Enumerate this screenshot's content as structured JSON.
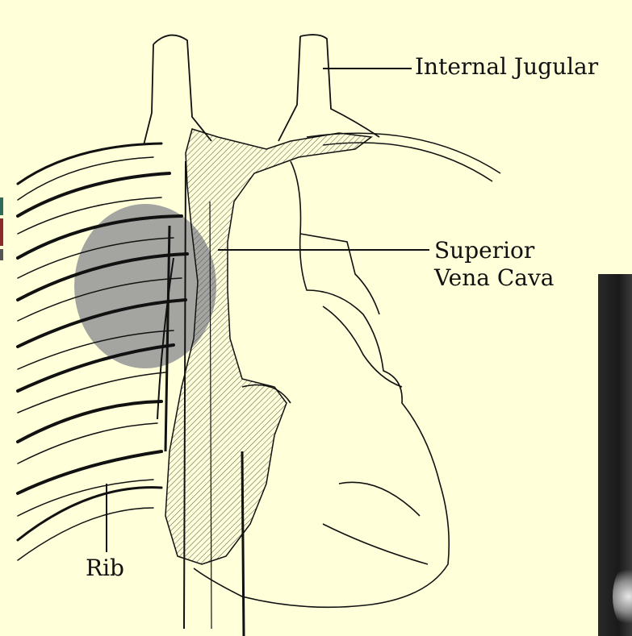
{
  "labels": {
    "internal_jugular": "Internal Jugular",
    "superior_line1": "Superior",
    "superior_line2": "Vena Cava",
    "rib": "Rib"
  },
  "colors": {
    "background": "#ffffd9",
    "ink": "#111111",
    "shaded_area": "#9a9a9a",
    "xray": "#1a1a1a"
  }
}
